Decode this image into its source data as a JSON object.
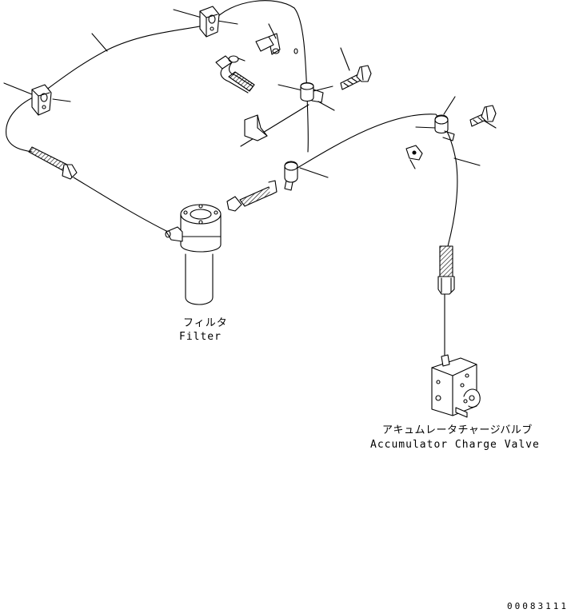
{
  "labels": {
    "filter_jp": "フィルタ",
    "filter_en": "Filter",
    "valve_jp": "アキュムレータチャージバルブ",
    "valve_en": "Accumulator Charge Valve",
    "drawing_code": "00083111"
  },
  "colors": {
    "line": "#000000",
    "background": "#ffffff"
  }
}
